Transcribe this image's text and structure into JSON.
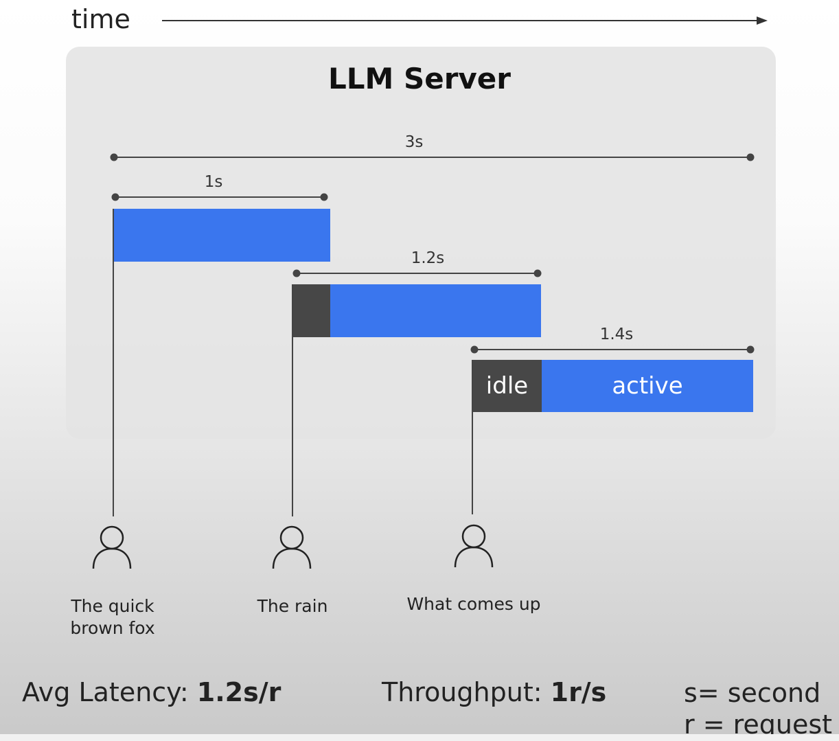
{
  "axis": {
    "label": "time"
  },
  "server": {
    "title": "LLM Server"
  },
  "durations": {
    "total": "3s",
    "first": "1s",
    "second": "1.2s",
    "third": "1.4s"
  },
  "segments": {
    "idle": "idle",
    "active": "active"
  },
  "users": [
    {
      "line1": "The quick",
      "line2": "brown fox"
    },
    {
      "line1": "The rain"
    },
    {
      "line1": "What comes up"
    }
  ],
  "metrics": {
    "latency_label": "Avg Latency:",
    "latency_value": "1.2s/r",
    "throughput_label": "Throughput:",
    "throughput_value": "1r/s"
  },
  "legend": {
    "line1": "s= second",
    "line2": "r = request"
  },
  "colors": {
    "active": "#3a76ee",
    "idle": "#474747"
  }
}
